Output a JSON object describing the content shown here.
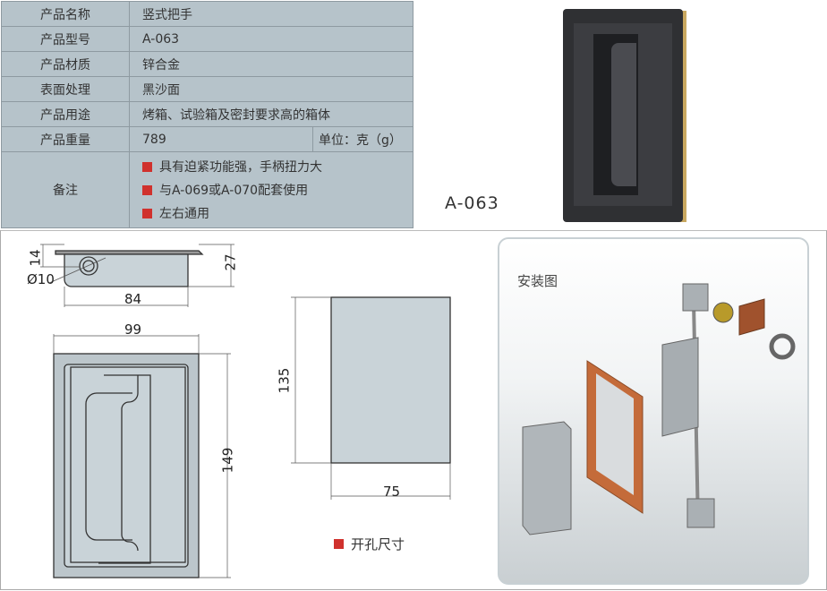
{
  "spec_table": {
    "rows": [
      {
        "label": "产品名称",
        "value": "竖式把手"
      },
      {
        "label": "产品型号",
        "value": "A-063"
      },
      {
        "label": "产品材质",
        "value": "锌合金"
      },
      {
        "label": "表面处理",
        "value": "黑沙面"
      },
      {
        "label": "产品用途",
        "value": "烤箱、试验箱及密封要求高的箱体"
      },
      {
        "label": "产品重量",
        "value": "789",
        "unit": "单位：克（g）"
      }
    ],
    "notes_label": "备注",
    "notes": [
      "具有迫紧功能强，手柄扭力大",
      "与A-069或A-070配套使用",
      "左右通用"
    ]
  },
  "product_model_caption": "A-063",
  "drawing": {
    "dims": {
      "d14": "14",
      "d27": "27",
      "dia": "Ø10",
      "d84": "84",
      "d99": "99",
      "d149": "149",
      "d135": "135",
      "d75": "75"
    },
    "cutout_label": "开孔尺寸"
  },
  "install": {
    "title": "安装图"
  },
  "colors": {
    "accent": "#d0312d",
    "table_bg": "#b6c3ca"
  }
}
